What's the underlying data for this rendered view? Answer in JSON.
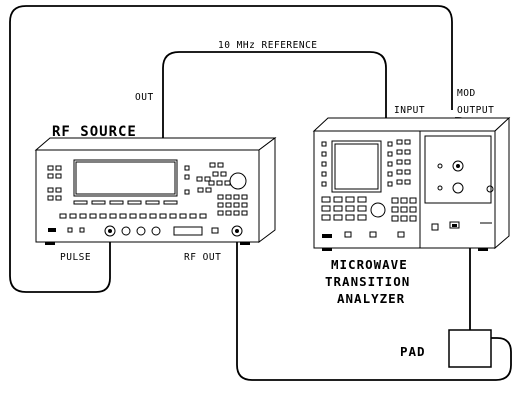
{
  "labels": {
    "reference": "10 MHz REFERENCE",
    "out": "OUT",
    "input": "INPUT",
    "mod_output_line1": "MOD",
    "mod_output_line2": "OUTPUT",
    "rf_source": "RF SOURCE",
    "pulse": "PULSE",
    "rf_out": "RF OUT",
    "analyzer_line1": "MICROWAVE",
    "analyzer_line2": "TRANSITION",
    "analyzer_line3": "ANALYZER",
    "pad": "PAD"
  }
}
